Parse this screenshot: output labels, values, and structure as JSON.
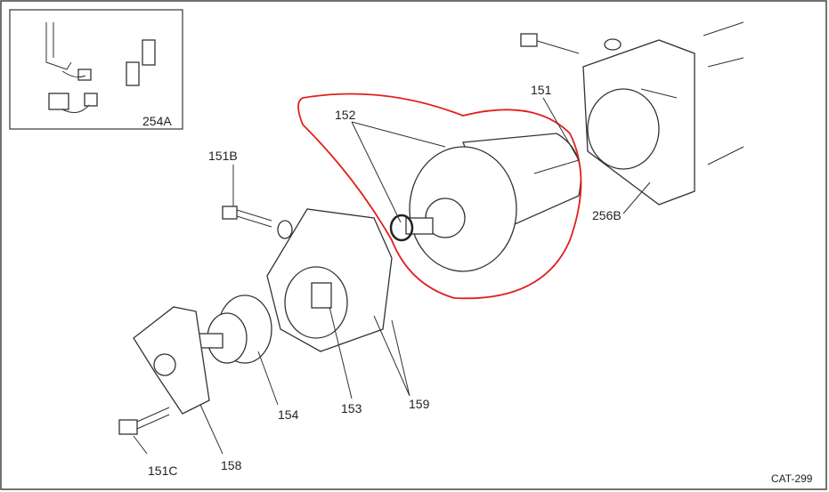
{
  "labels": {
    "l254A": "254A",
    "l151B": "151B",
    "l152": "152",
    "l151": "151",
    "l256B": "256B",
    "l154": "154",
    "l153": "153",
    "l159": "159",
    "l151C": "151C",
    "l158": "158"
  },
  "catalog_code": "CAT-299",
  "highlight_color": "#e0201c"
}
